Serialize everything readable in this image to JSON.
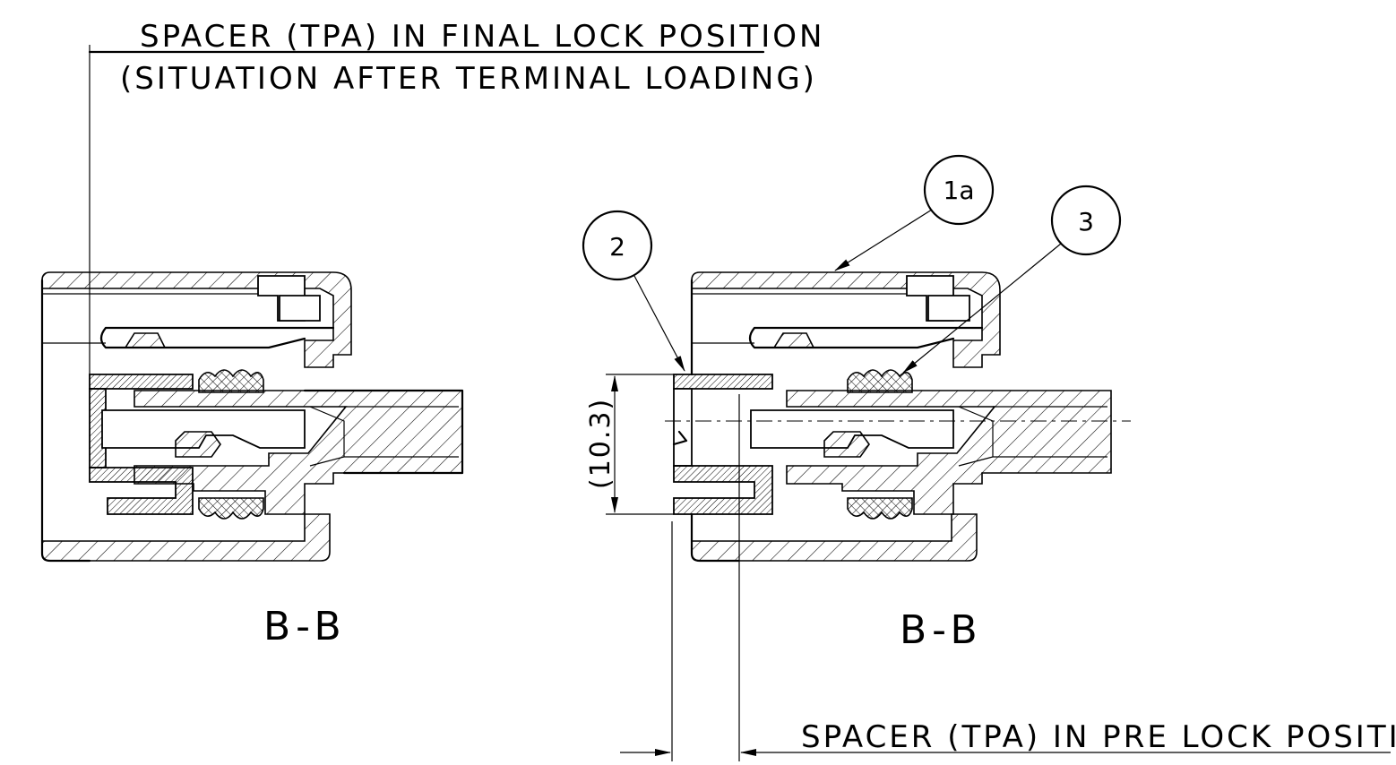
{
  "drawing": {
    "top_note_line1": "SPACER (TPA) IN FINAL LOCK POSITION",
    "top_note_line2": "(SITUATION AFTER TERMINAL LOADING)",
    "bottom_note": "SPACER (TPA) IN PRE LOCK POSITION",
    "left_section_label": "B-B",
    "right_section_label": "B-B",
    "dimension_label": "(10.3)",
    "balloons": [
      "1a",
      "2",
      "3"
    ]
  }
}
